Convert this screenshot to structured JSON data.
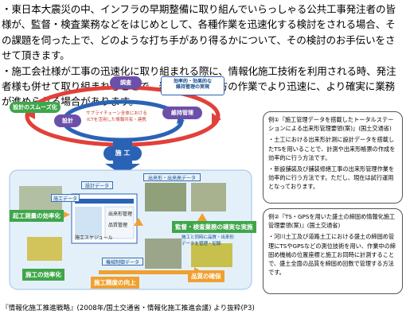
{
  "intro": {
    "para1": "・東日本大震災の中、インフラの早期整備に取り組んでいらっしゃる公共工事発注者の皆様が、監督・検査業務などをはじめとして、各種作業を迅速化する検討をされる場合、その課題を伺った上で、どのような打ち手があり得るかについて、その検討のお手伝いをさせて頂きます。",
    "para2": "・施工会社様が工事の迅速化に取り組まれる際に、情報化施工技術を利用される時、発注者様も併せて取り組まれることで、発注・受注双方の作業でより迅速に、より確実に業務が進められる場合があります。"
  },
  "diagram": {
    "top_labels": {
      "survey": "調査",
      "design_smooth": "設計のスムーズ化",
      "design": "設計",
      "maintenance": "維持管理",
      "construction": "施 工",
      "efficiency": "効率的・効果的な\n維持管理の実現",
      "supply_chain": "サプライチェーン全体における\nICTを活用した情報共有・連携"
    },
    "inner_labels": {
      "design_data": "設計データ",
      "completion_shape": "出来形・出来高データ",
      "construction_data": "施工データ",
      "completion_mgmt": "出来形管理",
      "quality_mgmt": "品質管理",
      "progress_schedule": "施工スケジュール",
      "construction_info": "施工と同時に品質・出来形\nデータを管理・記録",
      "machine_control": "機械制御データ"
    },
    "tags": {
      "survey_eff": "起工測量の効率化",
      "inspection": "監督・検査業務の確実な実施",
      "construction_eff": "施工の効率化",
      "precision": "施工精度の向上",
      "quality": "品質の確保"
    }
  },
  "examples": [
    {
      "title": "例①『施工管理データを搭載したトータルステーションによる出来形管理要領(案)』(国土交通省)",
      "bullets": [
        "・土工における出来形計測に設計データを搭載したTSを用いることで、計測や出来形帳票の作成を効率的に行う方法です。",
        "・新設舗装及び舗装修繕工事の出来形管理作業を効率的に行う方法です。ただし、現在は試行運用となっております。"
      ]
    },
    {
      "title": "例②『TS・GPSを用いた盛土の締固め情報化施工管理要領(案)』(国土交通省)",
      "bullets": [
        "・河川土工及び道路土工における盛土の締固め管理にTSやGPSなどの測位技術を用い、作業中の締固め機械の位置座標と施工お同時に計測することで、盛土全面の品質を締固め回数で管理する方法です。"
      ]
    }
  ],
  "caption": "『情報化施工推進戦略』(2008年/国土交通省・情報化施工推進会議) より抜粋(P3)",
  "colors": {
    "ring_red": "#e2403a",
    "ring_blue": "#2a63b5",
    "pill_purple": "#6c4fa8",
    "pill_green": "#3fa64a",
    "pill_orange": "#f0a030",
    "inner_bg": "#e3f0fa"
  }
}
